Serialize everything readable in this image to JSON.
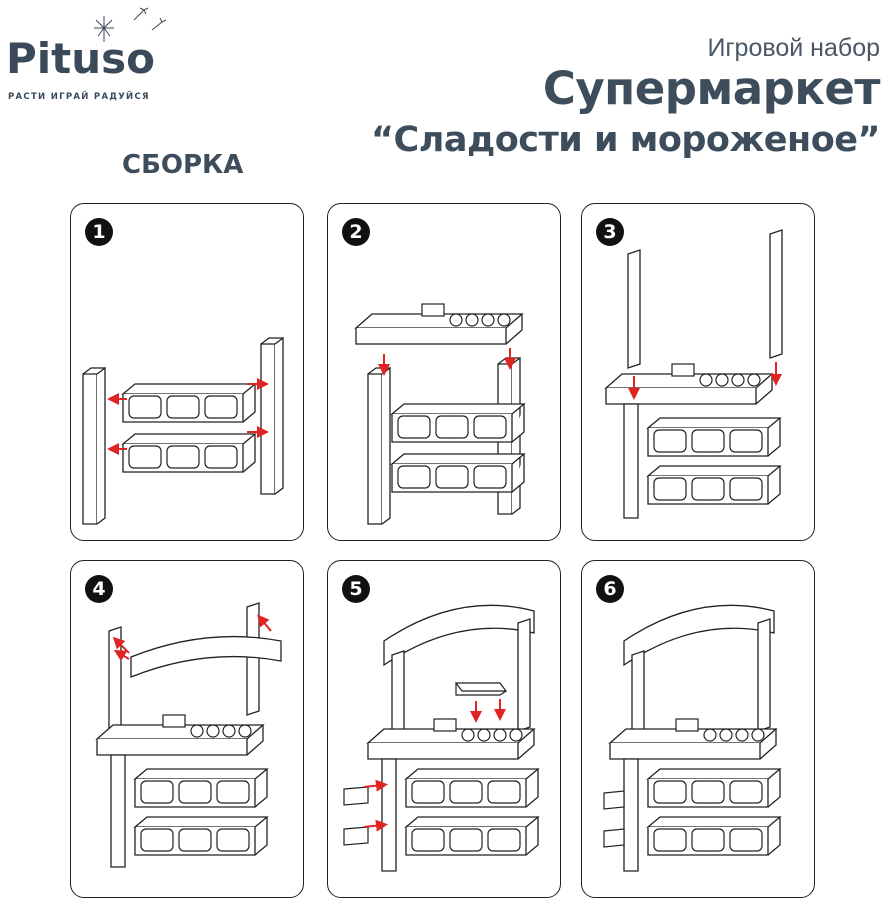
{
  "brand": {
    "name": "Pituso",
    "tagline": "РАСТИ ИГРАЙ РАДУЙСЯ"
  },
  "header": {
    "subtitle": "Игровой набор",
    "title": "Супермаркет",
    "product_name": "“Сладости и мороженое”"
  },
  "section_title": "СБОРКА",
  "steps": [
    {
      "number": "1"
    },
    {
      "number": "2"
    },
    {
      "number": "3"
    },
    {
      "number": "4"
    },
    {
      "number": "5"
    },
    {
      "number": "6"
    }
  ],
  "colors": {
    "brand": "#3b4a5a",
    "arrow": "#e02424",
    "outline": "#222222"
  }
}
